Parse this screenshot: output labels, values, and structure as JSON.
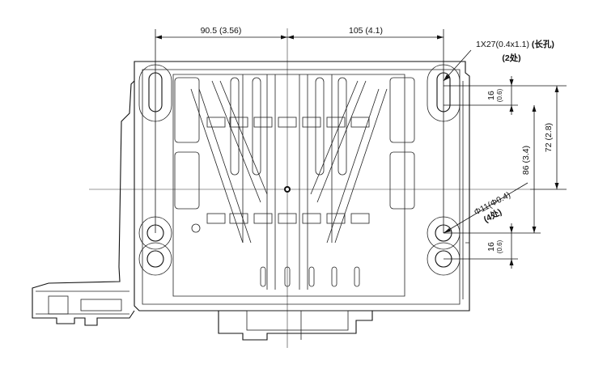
{
  "dimensions": {
    "width_left": "90.5 (3.56)",
    "width_right": "105 (4.1)",
    "slot_note": "1X27(0.4x1.1)",
    "slot_note_bold": "(长孔)",
    "slot_count": "(2处)",
    "top_offset_mm": "16",
    "top_offset_in": "(0.6)",
    "right_height_1": "72 (2.8)",
    "right_height_2": "86 (3.4)",
    "hole_note": "Φ11(Φ0.4)",
    "hole_count": "(4处)",
    "bottom_offset_mm": "16",
    "bottom_offset_in": "(0.6)"
  }
}
